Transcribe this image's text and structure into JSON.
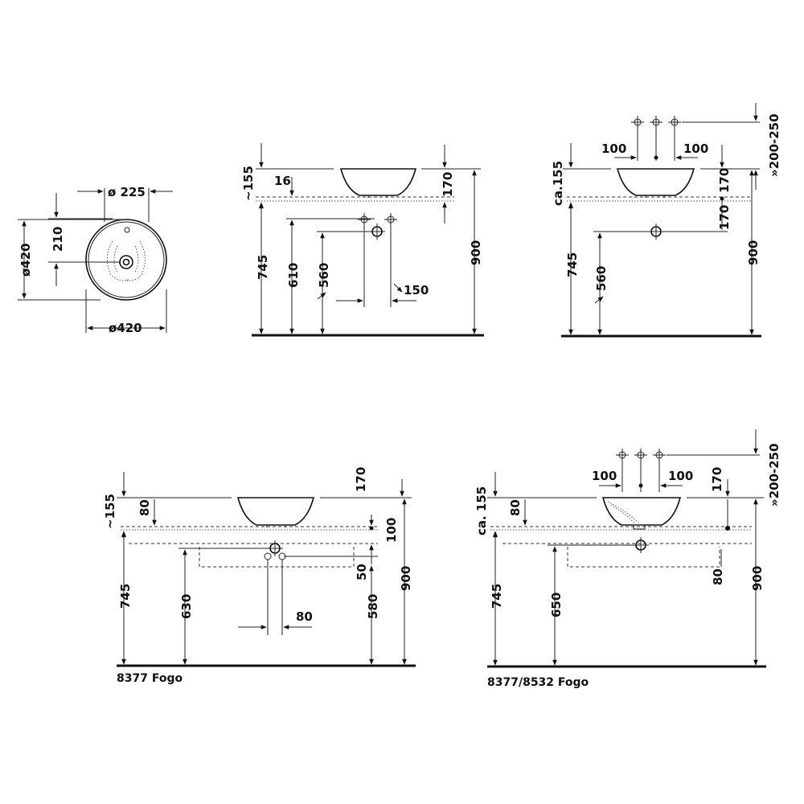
{
  "plan_view": {
    "dia_top": "ø 225",
    "dim_210": "210",
    "dia_side": "ø420",
    "dia_bottom": "ø420"
  },
  "view_a": {
    "d155": "~155",
    "d16": "16",
    "d170": "170",
    "d745": "745",
    "d610": "610",
    "d560": "560",
    "d150": "150",
    "d900": "900"
  },
  "view_b": {
    "d100_left": "100",
    "d100_right": "100",
    "d200_250": "»200-250",
    "d155": "ca.155",
    "d170_upper": "170",
    "d170_lower": "170",
    "d745": "745",
    "d560": "560",
    "d900": "900"
  },
  "view_c": {
    "d155": "~155",
    "d80": "80",
    "d170": "170",
    "d100": "100",
    "d50": "50",
    "d745": "745",
    "d630": "630",
    "d80_bottom": "80",
    "d580": "580",
    "d900": "900",
    "caption": "8377 Fogo"
  },
  "view_d": {
    "d100_left": "100",
    "d100_right": "100",
    "d200_250": "»200-250",
    "d155": "ca. 155",
    "d80": "80",
    "d170": "170",
    "d80_right": "80",
    "d745": "745",
    "d650": "650",
    "d900": "900",
    "caption": "8377/8532 Fogo"
  }
}
